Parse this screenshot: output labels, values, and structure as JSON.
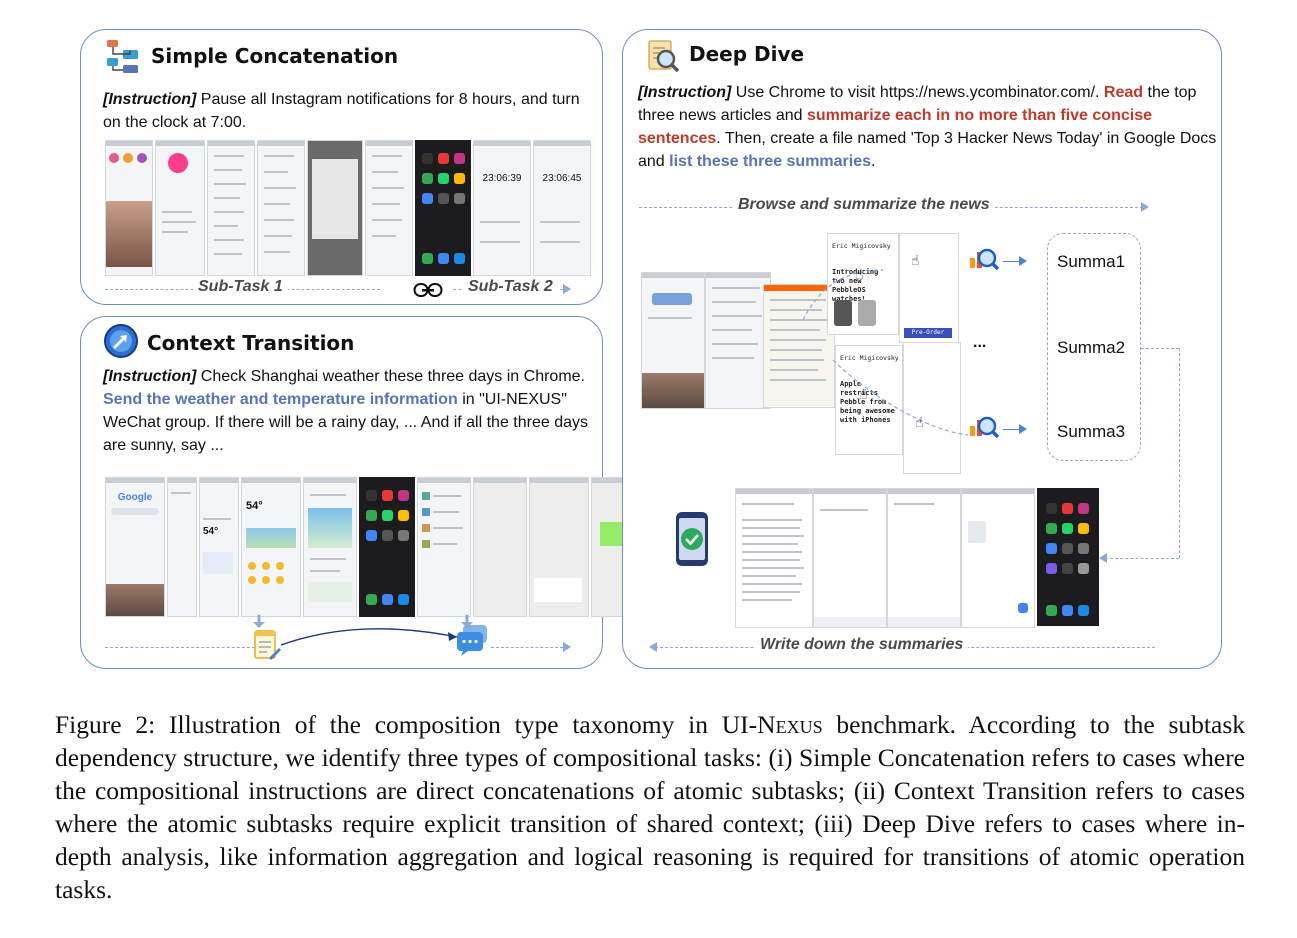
{
  "panels": {
    "simple": {
      "title": "Simple Concatenation",
      "instruction_tag": "[Instruction]",
      "instruction_text": "Pause all Instagram notifications for 8 hours, and turn on the clock at 7:00.",
      "subtask1": "Sub-Task 1",
      "subtask2": "Sub-Task 2",
      "clock_times": [
        "23:06:39",
        "23:06:45"
      ]
    },
    "context": {
      "title": "Context Transition",
      "instruction_tag": "[Instruction]",
      "instruction_pre": "Check Shanghai weather these three days in Chrome.",
      "instruction_highlight": "Send the weather and temperature information",
      "instruction_post": "in \"UI-NEXUS\" WeChat group. If there will be a rainy day, ... And if all the three days are sunny, say ...",
      "google": "Google",
      "temp": "54°"
    },
    "deep": {
      "title": "Deep Dive",
      "instruction_tag": "[Instruction]",
      "instruction_pre": "Use Chrome to visit https://news.ycombinator.com/.",
      "instruction_read": "Read",
      "instruction_mid": "the top three news articles and",
      "instruction_summarize": "summarize each in no more than five concise sentences",
      "instruction_mid2": ". Then, create a file named 'Top 3 Hacker News Today' in Google Docs and",
      "instruction_list": "list these three summaries",
      "instruction_end": ".",
      "browse_label": "Browse and summarize the news",
      "write_label": "Write down the summaries",
      "summa": [
        "Summa1",
        "Summa2",
        "Summa3"
      ],
      "ellipsis": "...",
      "news1_author": "Eric Migicovsky",
      "news1_title": "Introducing two new PebbleOS watches!",
      "news2_author": "Eric Migicovsky",
      "news2_title": "Apple restricts Pebble from being awesome with iPhones",
      "preorder": "Pre-Order Now!"
    }
  },
  "caption": {
    "label": "Figure 2:",
    "text_a": "Illustration of the composition type taxonomy in UI-N",
    "text_sc": "exus",
    "text_b": "benchmark. According to the subtask dependency structure, we identify three types of compositional tasks: (i) Simple Concatenation refers to cases where the compositional instructions are direct concatenations of atomic subtasks; (ii) Context Transition refers to cases where the atomic subtasks require explicit transition of shared context; (iii) Deep Dive refers to cases where in-depth analysis, like information aggregation and logical reasoning is required for transitions of atomic operation tasks."
  },
  "colors": {
    "panel_border": "#6f8fc4",
    "highlight_blue": "#5a73b5",
    "highlight_red": "#c0392b",
    "dash": "#8ea8d6"
  },
  "icons": [
    "blocks-icon",
    "compass-icon",
    "magnifier-doc-icon",
    "link-icon",
    "notepad-icon",
    "chat-bubble-icon",
    "search-chart-icon",
    "phone-check-icon"
  ]
}
